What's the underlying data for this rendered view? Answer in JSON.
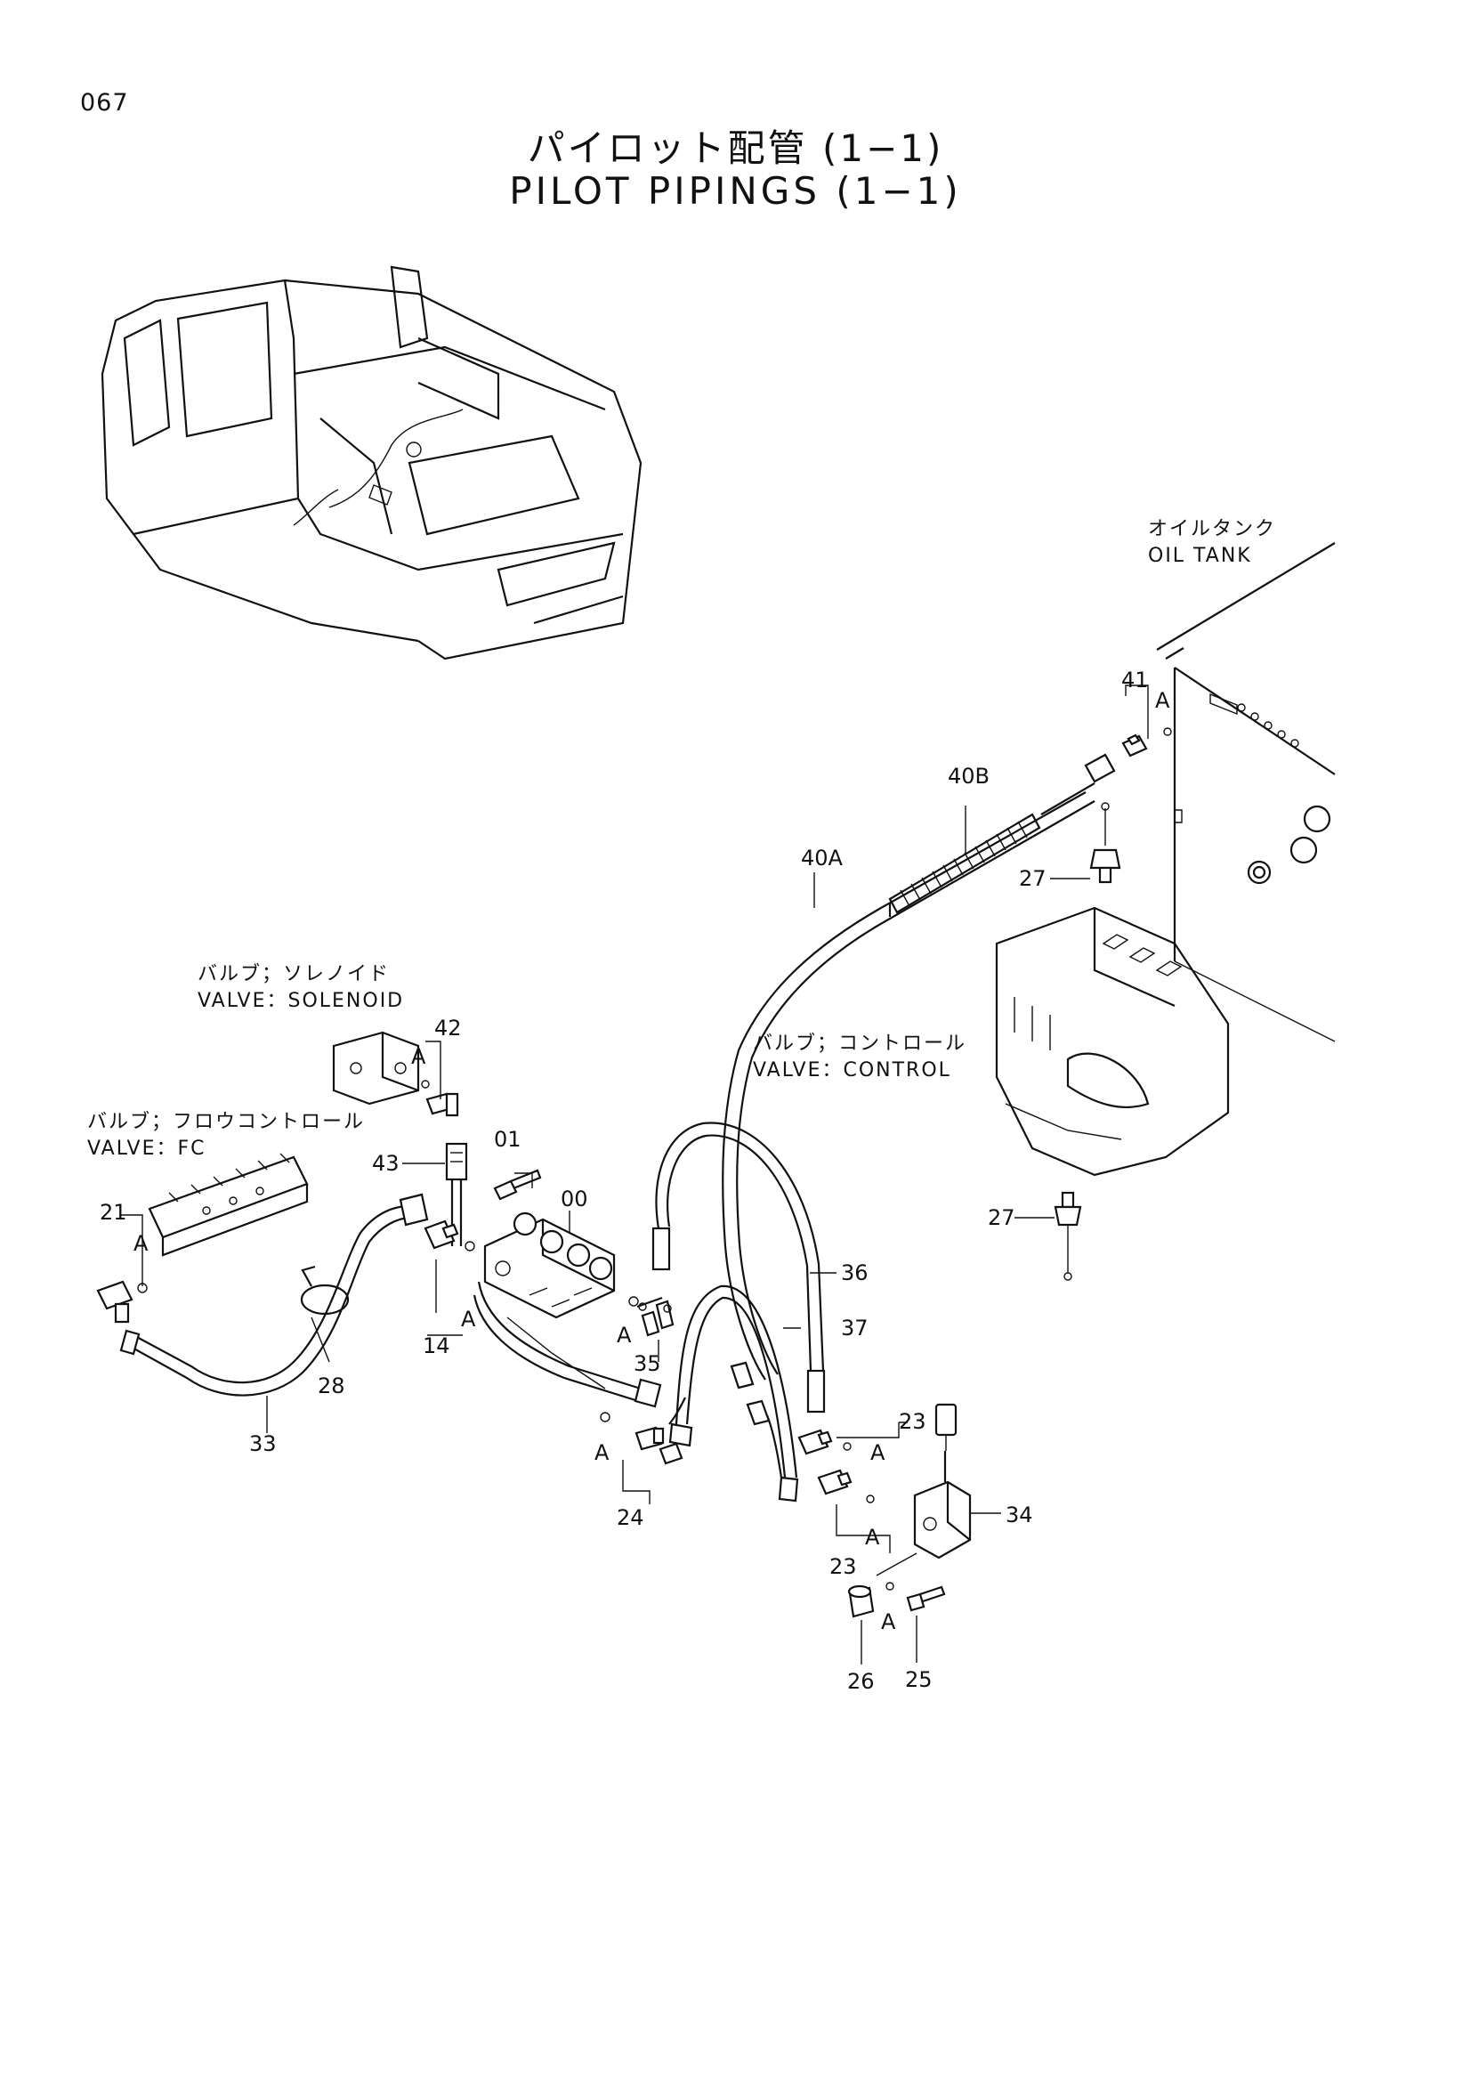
{
  "page_number": "067",
  "title_jp": "パイロット配管 (1−1)",
  "title_en": "PILOT PIPINGS (1−1)",
  "callouts": {
    "oil_tank_jp": "オイルタンク",
    "oil_tank_en": "OIL TANK",
    "solenoid_jp": "バルブ；ソレノイド",
    "solenoid_en": "VALVE：SOLENOID",
    "control_jp": "バルブ；コントロール",
    "control_en": "VALVE：CONTROL",
    "fc_jp": "バルブ；フロウコントロール",
    "fc_en": "VALVE：FC"
  },
  "parts": {
    "p41": "41",
    "p40b": "40B",
    "p40a": "40A",
    "p27a": "27",
    "p27b": "27",
    "p42": "42",
    "p43": "43",
    "p01": "01",
    "p00": "00",
    "p21": "21",
    "p14": "14",
    "p28": "28",
    "p33": "33",
    "p35": "35",
    "p36": "36",
    "p37": "37",
    "p24": "24",
    "p23a": "23",
    "p23b": "23",
    "p34": "34",
    "p26": "26",
    "p25": "25"
  },
  "ref_marker": "A"
}
